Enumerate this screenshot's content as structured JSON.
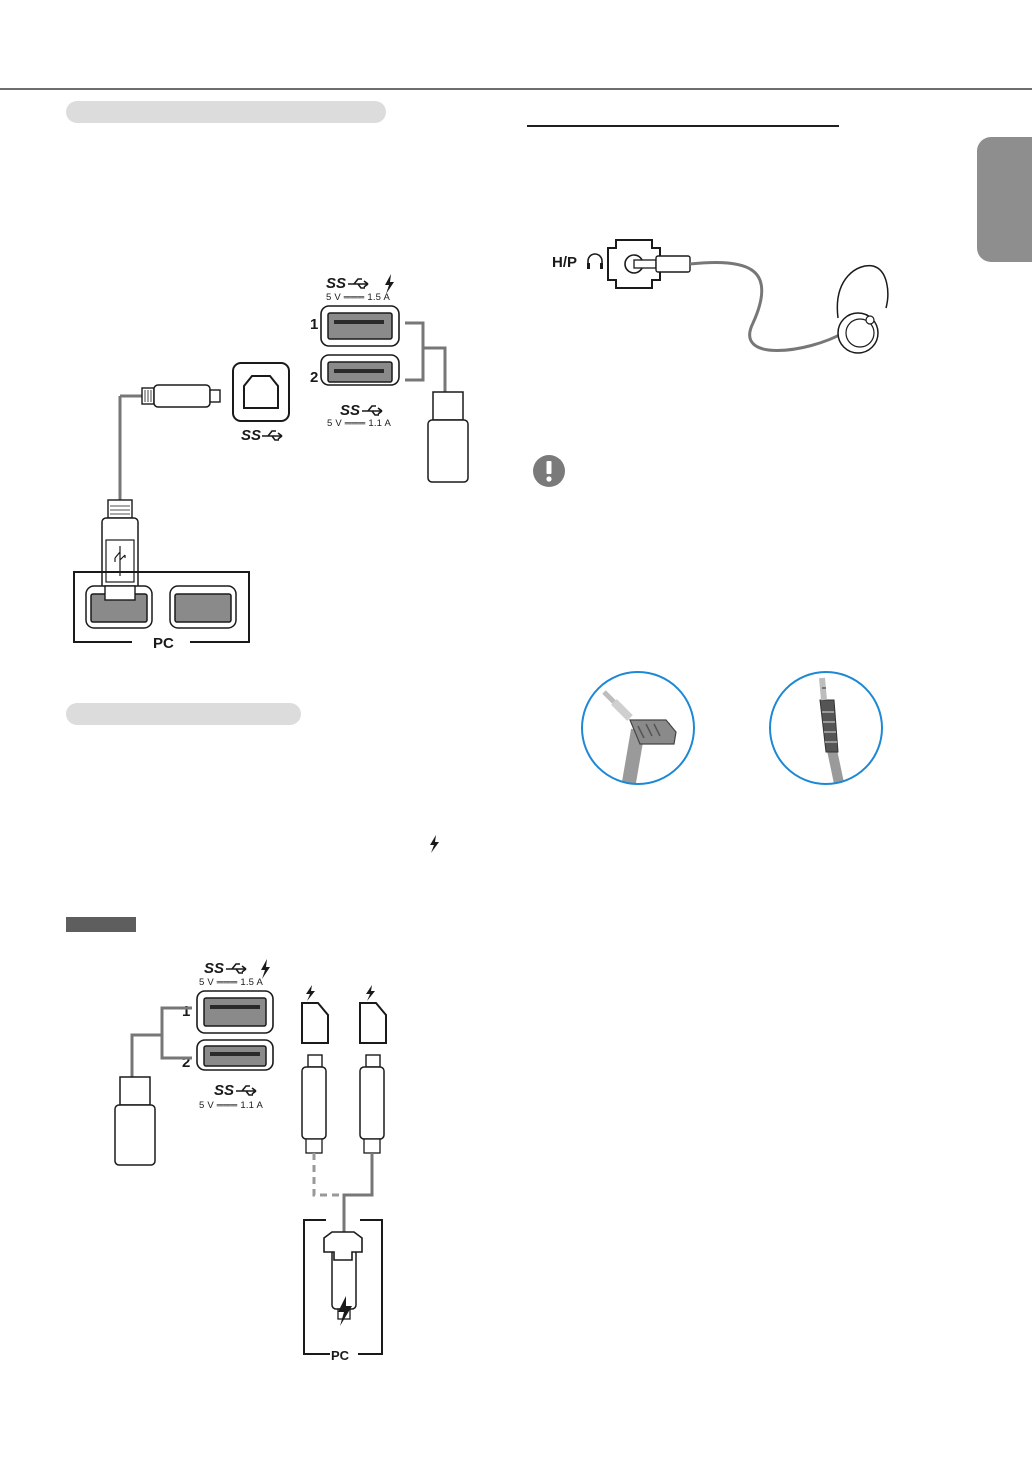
{
  "diagrams": {
    "usb_connection": {
      "port_1_label": "1",
      "port_2_label": "2",
      "ss_logo_text": "SS",
      "port_1_rating": "5 V ═══ 1.5 A",
      "port_2_rating": "5 V ═══ 1.1 A",
      "pc_label": "PC"
    },
    "thunderbolt_connection": {
      "port_1_label": "1",
      "port_2_label": "2",
      "ss_logo_text": "SS",
      "port_1_rating": "5 V ═══ 1.5 A",
      "port_2_rating": "5 V ═══ 1.1 A",
      "pc_label": "PC"
    },
    "headphone_connection": {
      "port_label": "H/P"
    }
  },
  "colors": {
    "section_pill": "#dcdcdc",
    "side_tab": "#8e8e8e",
    "dark_tab": "#5e5e5e",
    "port_fill": "#8a8a8a",
    "line_art": "#1a1a1a",
    "cable": "#777777",
    "circle_border": "#1e88d4",
    "notice_icon": "#7a7a7a"
  },
  "icons": [
    "usb-trident-icon",
    "thunderbolt-icon",
    "headphone-icon",
    "caution-icon"
  ]
}
